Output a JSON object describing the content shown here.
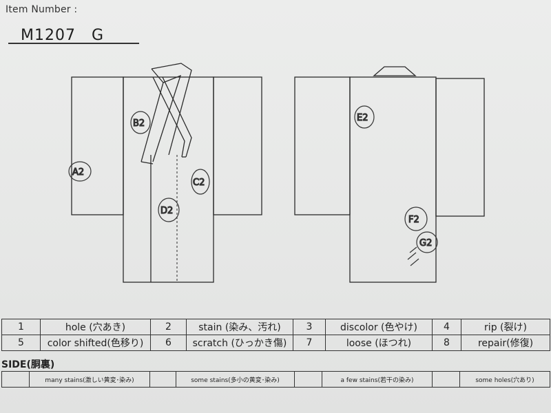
{
  "header": {
    "item_label": "Item Number :",
    "item_value": "M1207　G"
  },
  "marks": {
    "front": [
      "B2",
      "A2",
      "C2",
      "D2"
    ],
    "back": [
      "E2",
      "F2",
      "G2"
    ]
  },
  "legend": [
    [
      {
        "num": "1",
        "label": "hole (穴あき)"
      },
      {
        "num": "2",
        "label": "stain (染み、汚れ)"
      },
      {
        "num": "3",
        "label": "discolor (色やけ)"
      },
      {
        "num": "4",
        "label": "rip (裂け)"
      }
    ],
    [
      {
        "num": "5",
        "label": "color shifted(色移り)"
      },
      {
        "num": "6",
        "label": "scratch (ひっかき傷)"
      },
      {
        "num": "7",
        "label": "loose (ほつれ)"
      },
      {
        "num": "8",
        "label": "repair(修復)"
      }
    ]
  ],
  "side": {
    "title": "SIDE(胴裏)",
    "items": [
      "many stains(激しい黄変･染み)",
      "some stains(多小の黄変･染み)",
      "a few stains(若干の染み)",
      "some holes(穴あり)"
    ]
  }
}
